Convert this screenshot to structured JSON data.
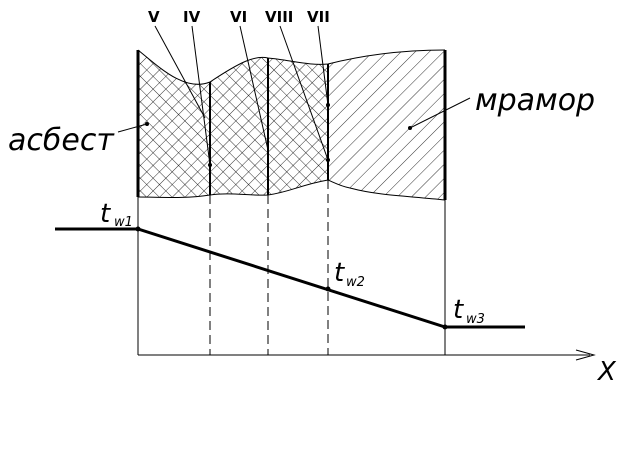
{
  "labels": {
    "asbestos": "асбест",
    "marble": "мрамор",
    "axis_x": "X"
  },
  "boundaries": [
    {
      "name": "V",
      "label": "V"
    },
    {
      "name": "IV",
      "label": "IV"
    },
    {
      "name": "VI",
      "label": "VI"
    },
    {
      "name": "VIII",
      "label": "VIII"
    },
    {
      "name": "VII",
      "label": "VII"
    }
  ],
  "temps": [
    {
      "main": "t",
      "sub": "w1"
    },
    {
      "main": "t",
      "sub": "w2"
    },
    {
      "main": "t",
      "sub": "w3"
    }
  ]
}
